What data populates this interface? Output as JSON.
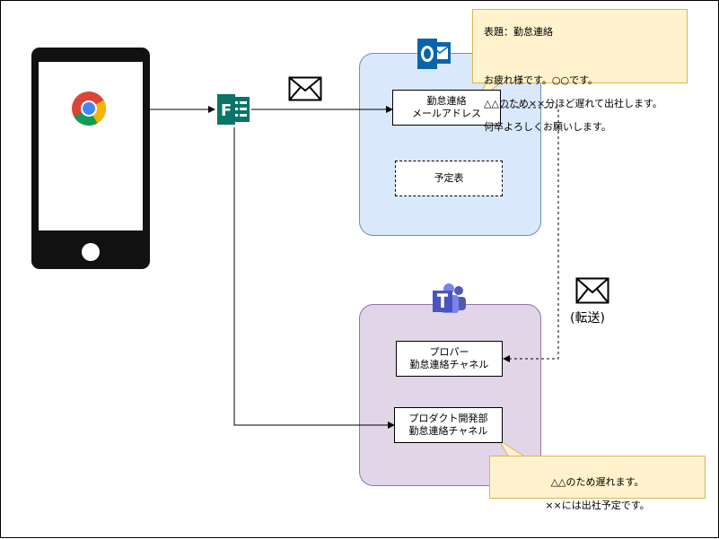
{
  "email_note": {
    "line1": "表題：勤怠連絡",
    "line2": "お疲れ様です。○○です。",
    "line3": "△△のため××分ほど遅れて出社します。",
    "line4": "何卒よろしくお願いします。"
  },
  "outlook": {
    "address_box": "勤怠連絡\nメールアドレス",
    "schedule_box": "予定表"
  },
  "forward_label": "(転送)",
  "teams": {
    "proper_box": "プロパー\n勤怠連絡チャネル",
    "product_box": "プロダクト開発部\n勤怠連絡チャネル"
  },
  "teams_note": {
    "line1": "△△のため遅れます。",
    "line2": "××には出社予定です。"
  },
  "icons": [
    "chrome-icon",
    "forms-icon",
    "mail-icon",
    "outlook-icon",
    "teams-icon",
    "mail-forward-icon"
  ],
  "colors": {
    "outlook_panel": "#dae8fc",
    "teams_panel": "#e1d5e7",
    "note_fill": "#fff2cc",
    "forms_green": "#077568",
    "outlook_blue": "#0a64ad",
    "teams_purple": "#5558af"
  }
}
